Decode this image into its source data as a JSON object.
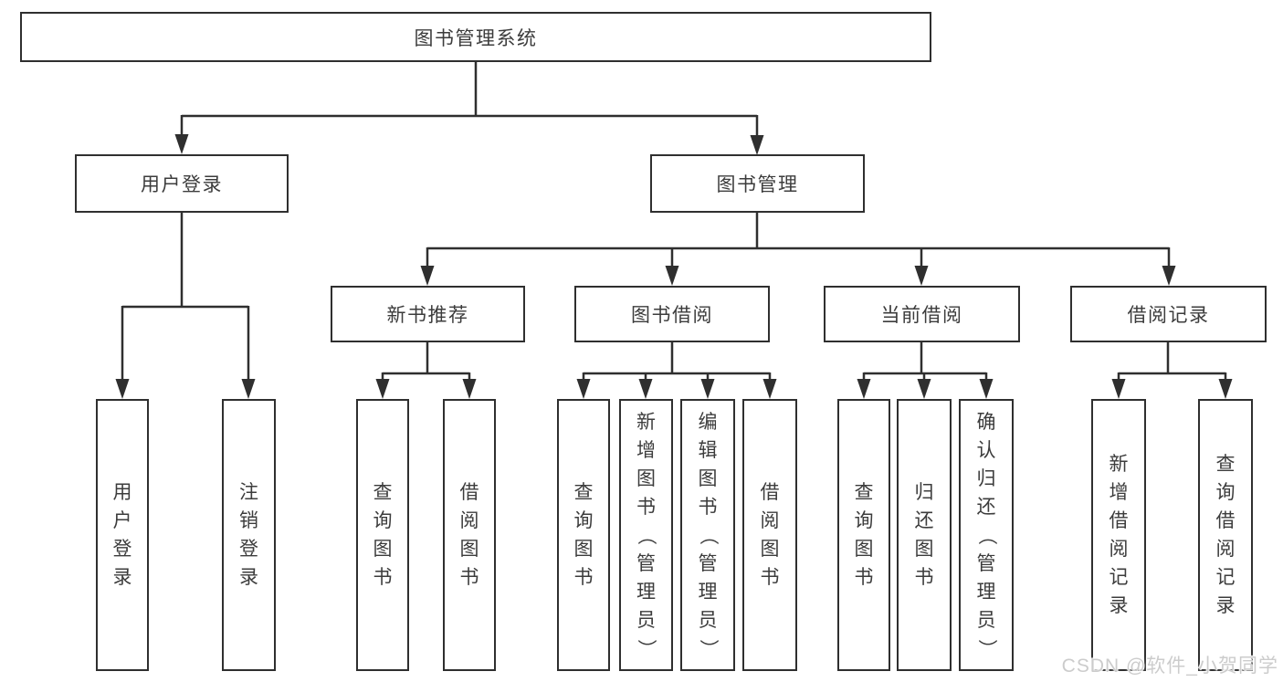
{
  "diagram": {
    "root": {
      "label": "图书管理系统"
    },
    "user_login": {
      "label": "用户登录",
      "children": [
        {
          "label": "用户登录"
        },
        {
          "label": "注销登录"
        }
      ]
    },
    "book_mgmt": {
      "label": "图书管理",
      "sections": {
        "new_books": {
          "label": "新书推荐",
          "children": [
            {
              "label": "查询图书"
            },
            {
              "label": "借阅图书"
            }
          ]
        },
        "book_borrow": {
          "label": "图书借阅",
          "children": [
            {
              "label": "查询图书"
            },
            {
              "label": "新增图书（管理员）"
            },
            {
              "label": "编辑图书（管理员）"
            },
            {
              "label": "借阅图书"
            }
          ]
        },
        "current_borrow": {
          "label": "当前借阅",
          "children": [
            {
              "label": "查询图书"
            },
            {
              "label": "归还图书"
            },
            {
              "label": "确认归还（管理员）"
            }
          ]
        },
        "borrow_records": {
          "label": "借阅记录",
          "children": [
            {
              "label": "新增借阅记录"
            },
            {
              "label": "查询借阅记录"
            }
          ]
        }
      }
    }
  },
  "watermark": {
    "text": "CSDN @软件_小贺同学"
  },
  "colors": {
    "line": "#2f2f2f",
    "text": "#3c3c3c",
    "background": "#ffffff",
    "watermark": "#cccccc"
  }
}
